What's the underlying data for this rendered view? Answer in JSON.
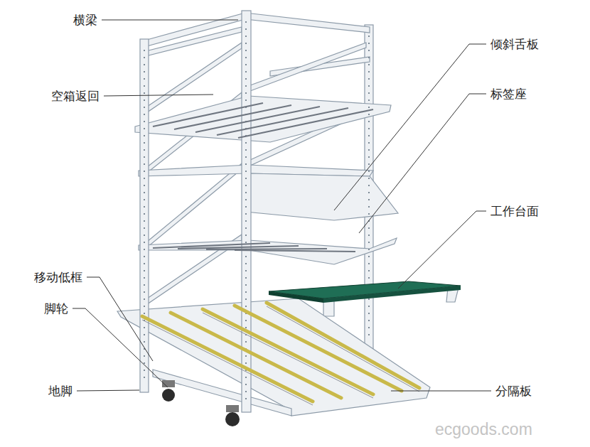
{
  "diagram": {
    "labels": [
      "横梁",
      "空箱返回",
      "倾斜舌板",
      "标签座",
      "工作台面",
      "移动低框",
      "脚轮",
      "地脚",
      "分隔板",
      "ecgoods.com"
    ]
  }
}
